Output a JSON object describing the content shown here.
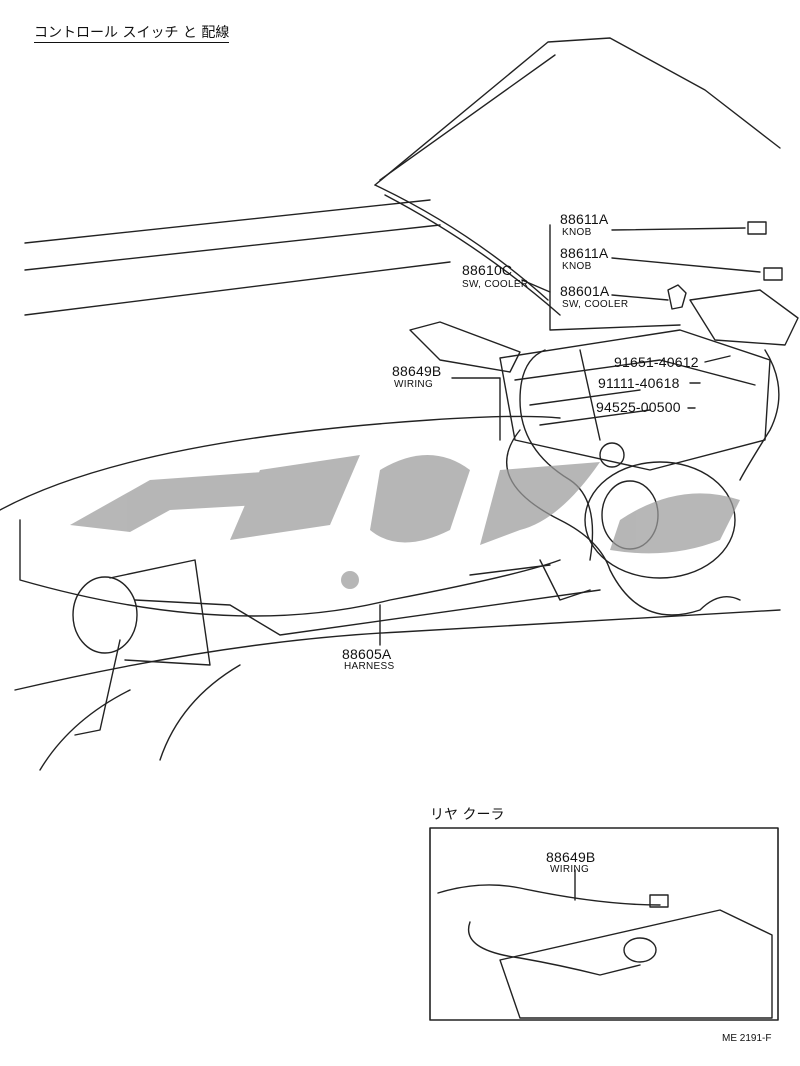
{
  "header": {
    "title": "コントロール スイッチ と 配線"
  },
  "callouts": [
    {
      "id": "knob-1",
      "part_no": "88611A",
      "desc": "KNOB"
    },
    {
      "id": "knob-2",
      "part_no": "88611A",
      "desc": "KNOB"
    },
    {
      "id": "sw-cooler-c",
      "part_no": "88610C",
      "desc": "SW, COOLER"
    },
    {
      "id": "sw-cooler-a",
      "part_no": "88601A",
      "desc": "SW, COOLER"
    },
    {
      "id": "screw",
      "part_no": "91651-40612",
      "desc": ""
    },
    {
      "id": "bolt",
      "part_no": "91111-40618",
      "desc": ""
    },
    {
      "id": "washer",
      "part_no": "94525-00500",
      "desc": ""
    },
    {
      "id": "wiring",
      "part_no": "88649B",
      "desc": "WIRING"
    },
    {
      "id": "harness",
      "part_no": "88605A",
      "desc": "HARNESS"
    }
  ],
  "inset": {
    "title": "リヤ クーラ",
    "callout": {
      "part_no": "88649B",
      "desc": "WIRING"
    }
  },
  "footer": {
    "code": "ME 2191-F"
  },
  "watermark": {
    "color": "#9b9b9b"
  }
}
